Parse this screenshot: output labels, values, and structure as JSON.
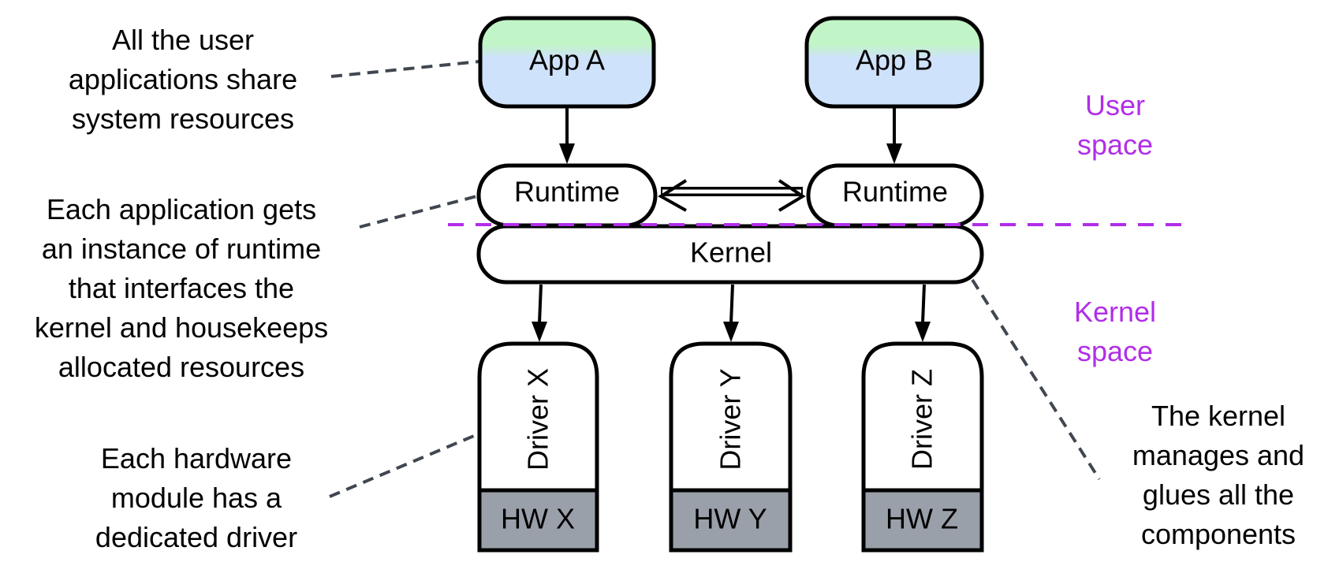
{
  "colors": {
    "app_gradient_top": "#c1f4c6",
    "app_gradient_bottom": "#cfe2fc",
    "hw_fill": "#9aa0a9",
    "space_label": "#b12ee8",
    "leader": "#414750"
  },
  "apps": [
    {
      "label": "App A"
    },
    {
      "label": "App B"
    }
  ],
  "runtimes": [
    {
      "label": "Runtime"
    },
    {
      "label": "Runtime"
    }
  ],
  "kernel": {
    "label": "Kernel"
  },
  "drivers": [
    {
      "label": "Driver X",
      "hw": "HW X"
    },
    {
      "label": "Driver Y",
      "hw": "HW Y"
    },
    {
      "label": "Driver Z",
      "hw": "HW Z"
    }
  ],
  "spaces": {
    "user": [
      "User",
      "space"
    ],
    "kernel": [
      "Kernel",
      "space"
    ]
  },
  "annotations": {
    "apps": [
      "All the user",
      "applications share",
      "system resources"
    ],
    "runtime": [
      "Each application gets",
      "an instance of runtime",
      "that interfaces the",
      "kernel and housekeeps",
      "allocated resources"
    ],
    "drivers": [
      "Each hardware",
      "module has a",
      "dedicated driver"
    ],
    "kernel": [
      "The kernel",
      "manages and",
      "glues all the",
      "components"
    ]
  }
}
